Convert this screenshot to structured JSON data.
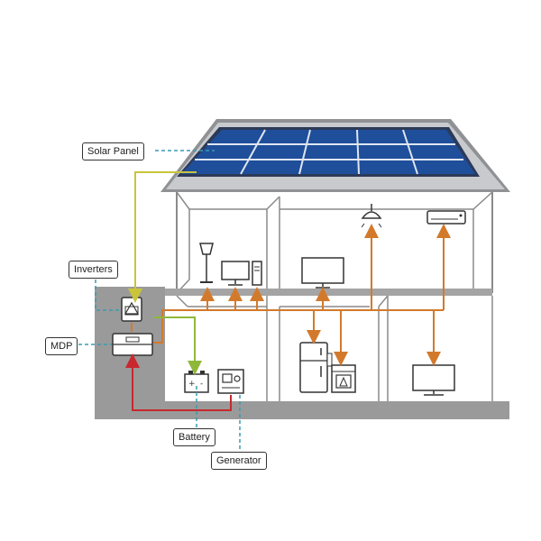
{
  "labels": {
    "solar_panel": "Solar Panel",
    "inverters": "Inverters",
    "mdp": "MDP",
    "battery": "Battery",
    "generator": "Generator"
  },
  "colors": {
    "panel": "#1f4e9a",
    "panel_frame": "#2c3a58",
    "roof": "#8f9195",
    "wall": "#9a9a9a",
    "room_line": "#8a8a8a",
    "power_line": "#d27a2c",
    "solar_line": "#c9c43a",
    "battery_line": "#8fb83a",
    "grid_line": "#c8282e",
    "callout_line": "#3a9ab0",
    "icon_stroke": "#333333"
  },
  "icons": [
    "solar-panel-icon",
    "inverter-icon",
    "mdp-icon",
    "battery-icon",
    "generator-icon",
    "lamp-icon",
    "desktop-computer-icon",
    "tv-icon",
    "ceiling-light-icon",
    "air-conditioner-icon",
    "refrigerator-icon",
    "oven-icon",
    "monitor-icon"
  ]
}
